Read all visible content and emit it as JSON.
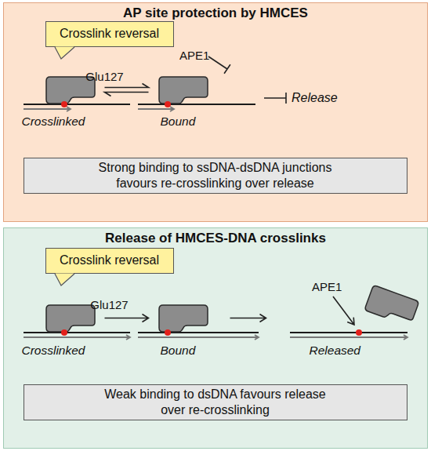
{
  "diagram": {
    "nodes": [
      {
        "text": [
          "AP site protection by HMCES"
        ]
      },
      {
        "text": [
          "Crosslink reversal"
        ],
        "in": 0
      },
      {
        "text": [
          "Crosslinked"
        ],
        "in": 0
      },
      {
        "text": [
          "Bound"
        ],
        "in": 0
      },
      {
        "text": [
          "Strong binding to ssDNA-dsDNA junctions favours re-crosslinking over release"
        ],
        "in": 0
      },
      {
        "text": [
          "Release of HMCES-DNA crosslinks"
        ]
      },
      {
        "text": [
          "Crosslink reversal"
        ],
        "in": 5
      },
      {
        "text": [
          "Crosslinked"
        ],
        "in": 5
      },
      {
        "text": [
          "Bound"
        ],
        "in": 5
      },
      {
        "text": [
          "Released"
        ],
        "in": 5
      },
      {
        "text": [
          "Weak binding to dsDNA favours release over re-crosslinking"
        ],
        "in": 5
      }
    ],
    "edges": [
      {
        "from": 2,
        "to": 3,
        "arrow": "both",
        "label": "Glu127"
      },
      {
        "from": 7,
        "to": 8,
        "arrow": "to",
        "label": "Glu127"
      },
      {
        "from": 8,
        "to": 9,
        "arrow": "to"
      }
    ],
    "labels": [
      "APE1",
      "Release",
      "APE1"
    ]
  }
}
